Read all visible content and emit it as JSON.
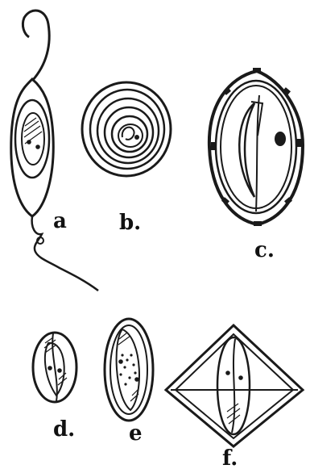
{
  "figures": [
    {
      "id": "a",
      "label": "a"
    },
    {
      "id": "b",
      "label": "b."
    },
    {
      "id": "c",
      "label": "c."
    },
    {
      "id": "d",
      "label": "d."
    },
    {
      "id": "e",
      "label": "e"
    },
    {
      "id": "f",
      "label": "f."
    }
  ],
  "colors": {
    "ink": "#1a1a1a",
    "paper": "#ffffff"
  }
}
